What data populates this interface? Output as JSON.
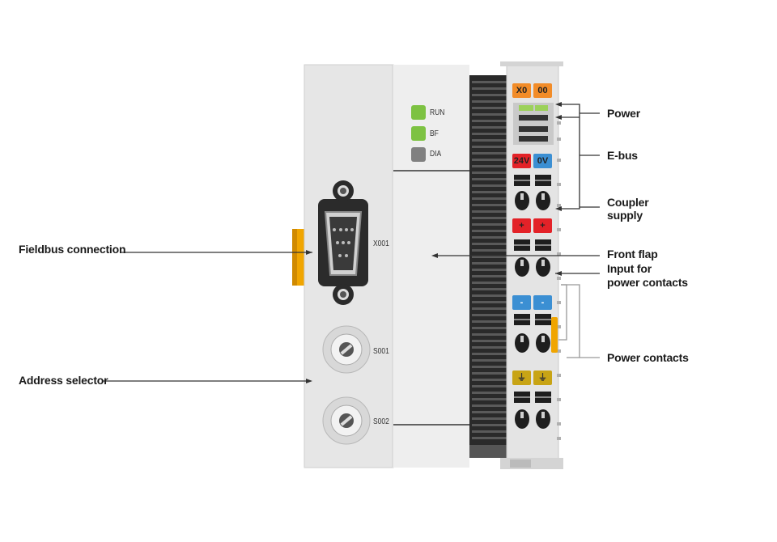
{
  "labels": {
    "power": "Power",
    "ebus": "E-bus",
    "coupler_supply": [
      "Coupler",
      "supply"
    ],
    "front_flap": "Front flap",
    "input_power_contacts": [
      "Input for",
      "power contacts"
    ],
    "power_contacts": "Power contacts",
    "fieldbus_connection": "Fieldbus connection",
    "address_selector": "Address selector"
  },
  "device": {
    "leds": [
      {
        "label": "RUN",
        "color": "#7dc242"
      },
      {
        "label": "BF",
        "color": "#7dc242"
      },
      {
        "label": "DIA",
        "color": "#808080"
      }
    ],
    "connector_label": "X001",
    "switch_labels": [
      "S001",
      "S002"
    ],
    "top_badges": [
      {
        "text": "X0",
        "color": "#f28c28"
      },
      {
        "text": "00",
        "color": "#f28c28"
      }
    ],
    "supply_badges": [
      {
        "text": "24V",
        "color": "#e32228"
      },
      {
        "text": "0V",
        "color": "#3b8fd3"
      }
    ],
    "plus_badges": [
      {
        "text": "+",
        "color": "#e32228"
      },
      {
        "text": "+",
        "color": "#e32228"
      }
    ],
    "minus_badges": [
      {
        "text": "-",
        "color": "#3b8fd3"
      },
      {
        "text": "-",
        "color": "#3b8fd3"
      }
    ],
    "ground_badges": [
      {
        "text": "⏚",
        "color": "#c8a415"
      },
      {
        "text": "⏚",
        "color": "#c8a415"
      }
    ],
    "side_tab_color": "#f0a500"
  }
}
